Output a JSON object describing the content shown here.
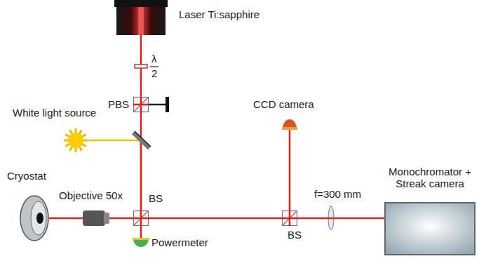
{
  "diagram": {
    "nodes": [
      {
        "text": [
          "Laser Ti:sapphire"
        ]
      },
      {
        "text": [
          "PBS"
        ]
      },
      {
        "text": [
          "White light source"
        ]
      },
      {
        "text": [
          "CCD camera"
        ]
      },
      {
        "text": [
          "Cryostat"
        ]
      },
      {
        "text": [
          "Objective 50x"
        ]
      },
      {
        "text": [
          "BS"
        ]
      },
      {
        "text": [
          "f=300 mm"
        ]
      },
      {
        "text": [
          "BS"
        ]
      },
      {
        "text": [
          "Monochromator + Streak camera"
        ]
      },
      {
        "text": [
          "Powermeter"
        ]
      }
    ],
    "edges": [
      {
        "from": 2,
        "to": 6,
        "arrow": "none"
      },
      {
        "from": 0,
        "to": 1,
        "arrow": "none"
      },
      {
        "from": 1,
        "to": 6,
        "arrow": "none"
      },
      {
        "from": 4,
        "to": 5,
        "arrow": "none"
      },
      {
        "from": 5,
        "to": 6,
        "arrow": "none"
      },
      {
        "from": 6,
        "to": 10,
        "arrow": "none"
      },
      {
        "from": 6,
        "to": 8,
        "arrow": "none"
      },
      {
        "from": 8,
        "to": 3,
        "arrow": "none"
      },
      {
        "from": 8,
        "to": 7,
        "arrow": "none"
      },
      {
        "from": 7,
        "to": 9,
        "arrow": "none"
      }
    ],
    "labels": [
      "λ",
      "2"
    ]
  }
}
